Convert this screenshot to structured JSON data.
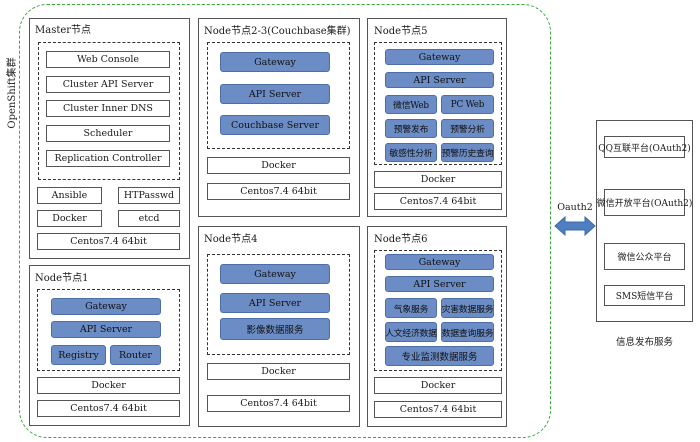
{
  "cluster": {
    "label": "OpenShift集群"
  },
  "master": {
    "title": "Master节点",
    "components": [
      "Web Console",
      "Cluster API Server",
      "Cluster Inner DNS",
      "Scheduler",
      "Replication Controller"
    ],
    "tools": [
      "Ansible",
      "HTPasswd",
      "Docker",
      "etcd"
    ],
    "os": "Centos7.4 64bit"
  },
  "node1": {
    "title": "Node节点1",
    "gateway": "Gateway",
    "api": "API Server",
    "registry": "Registry",
    "router": "Router",
    "docker": "Docker",
    "os": "Centos7.4 64bit"
  },
  "node23": {
    "title": "Node节点2-3(Couchbase集群)",
    "services": [
      "Gateway",
      "API Server",
      "Couchbase Server"
    ],
    "docker": "Docker",
    "os": "Centos7.4 64bit"
  },
  "node4": {
    "title": "Node节点4",
    "services": [
      "Gateway",
      "API Server",
      "影像数据服务"
    ],
    "docker": "Docker",
    "os": "Centos7.4 64bit"
  },
  "node5": {
    "title": "Node节点5",
    "gateway": "Gateway",
    "api": "API Server",
    "pairs": [
      [
        "微信Web",
        "PC Web"
      ],
      [
        "预警发布",
        "预警分析"
      ],
      [
        "敏感性分析",
        "预警历史查询"
      ]
    ],
    "docker": "Docker",
    "os": "Centos7.4 64bit"
  },
  "node6": {
    "title": "Node节点6",
    "gateway": "Gateway",
    "api": "API Server",
    "pairs": [
      [
        "气象服务",
        "灾害数据服务"
      ],
      [
        "人文经济数据",
        "数据查询服务"
      ]
    ],
    "bottom": "专业监测数据服务",
    "docker": "Docker",
    "os": "Centos7.4 64bit"
  },
  "oauth": {
    "label": "Oauth2"
  },
  "publish": {
    "platforms": [
      "QQ互联平台(OAuth2)",
      "微信开放平台(OAuth2)",
      "微信公众平台",
      "SMS短信平台"
    ],
    "caption": "信息发布服务"
  },
  "colors": {
    "blue": "#6b8cc4",
    "cluster_border": "#3aa83a",
    "arrow": "#4f7fc0"
  }
}
